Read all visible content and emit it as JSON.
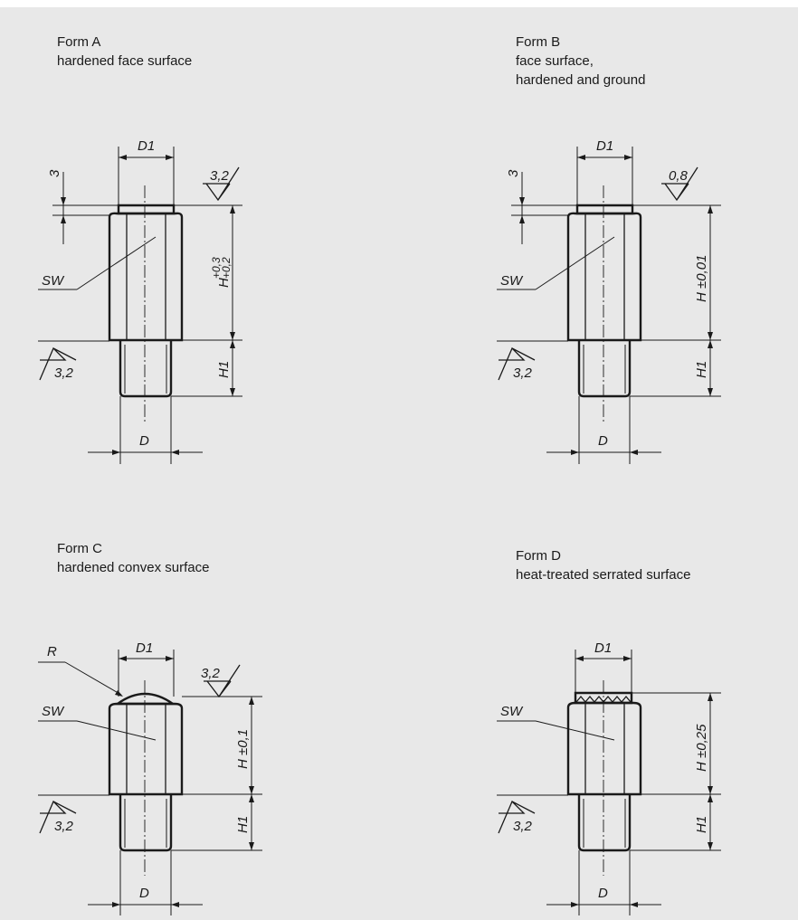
{
  "forms": [
    {
      "id": "A",
      "title": "Form A",
      "description": [
        "hardened face surface"
      ],
      "labels": {
        "d1": "D1",
        "chamfer": "3",
        "roughness_top": "3,2",
        "sw": "SW",
        "height": "H",
        "tol_upper": "+0,3",
        "tol_lower": "+0,2",
        "roughness_bottom": "3,2",
        "h1": "H1",
        "d": "D"
      }
    },
    {
      "id": "B",
      "title": "Form B",
      "description": [
        "face surface,",
        "hardened and ground"
      ],
      "labels": {
        "d1": "D1",
        "chamfer": "3",
        "roughness_top": "0,8",
        "sw": "SW",
        "height": "H ±0,01",
        "roughness_bottom": "3,2",
        "h1": "H1",
        "d": "D"
      }
    },
    {
      "id": "C",
      "title": "Form C",
      "description": [
        "hardened convex surface"
      ],
      "labels": {
        "radius": "R",
        "d1": "D1",
        "roughness_top": "3,2",
        "sw": "SW",
        "height": "H ±0,1",
        "roughness_bottom": "3,2",
        "h1": "H1",
        "d": "D"
      }
    },
    {
      "id": "D",
      "title": "Form D",
      "description": [
        "heat-treated serrated surface"
      ],
      "labels": {
        "d1": "D1",
        "sw": "SW",
        "height": "H ±0,25",
        "roughness_bottom": "3,2",
        "h1": "H1",
        "d": "D"
      }
    }
  ]
}
